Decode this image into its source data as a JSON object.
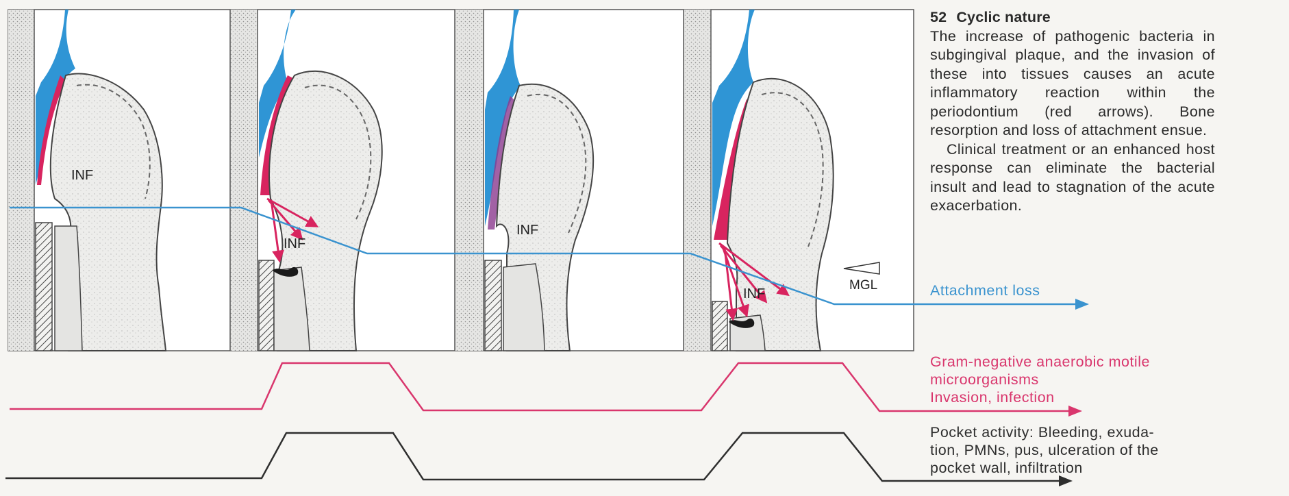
{
  "caption": {
    "number": "52",
    "title": "Cyclic nature",
    "paragraph1": "The increase of pathogenic bacteria in subgingival plaque, and the invasion of these into tissues causes an acute inflammatory reaction within the periodontium (red arrows). Bone resorption and loss of attachment ensue.",
    "paragraph2": "Clinical treatment or an enhanced host response can eliminate the bacterial insult and lead to stagnation of the acute exacerbation."
  },
  "labels": {
    "attachment_loss": "Attachment loss",
    "gram_negative_line1": "Gram-negative anaerobic motile",
    "gram_negative_line2": "microorganisms",
    "invasion": "Invasion, infection",
    "pocket_line1": "Pocket activity: Bleeding, exuda-",
    "pocket_line2": "tion, PMNs, pus, ulceration of the",
    "pocket_line3": "pocket wall, infiltration",
    "mgl": "MGL"
  },
  "panels": [
    {
      "inf_label": "INF"
    },
    {
      "inf_label": "INF"
    },
    {
      "inf_label": "INF"
    },
    {
      "inf_label": "INF"
    }
  ],
  "colors": {
    "plaque_blue": "#2f95d5",
    "inflamed_pink": "#d8245f",
    "attachment_line": "#3a93cf",
    "infection_line": "#d9366d",
    "pocket_line": "#2e2e2e",
    "tissue_fill": "#e4e4e2",
    "panel_bg": "#ffffff"
  }
}
